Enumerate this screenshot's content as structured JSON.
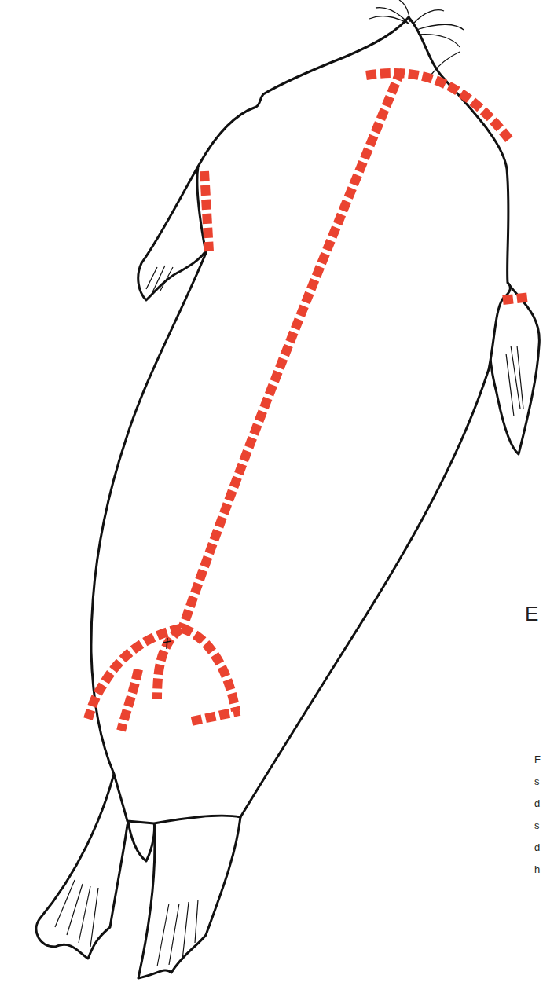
{
  "diagram": {
    "labels": [
      "E",
      "F",
      "s",
      "d",
      "s",
      "d",
      "h"
    ]
  }
}
